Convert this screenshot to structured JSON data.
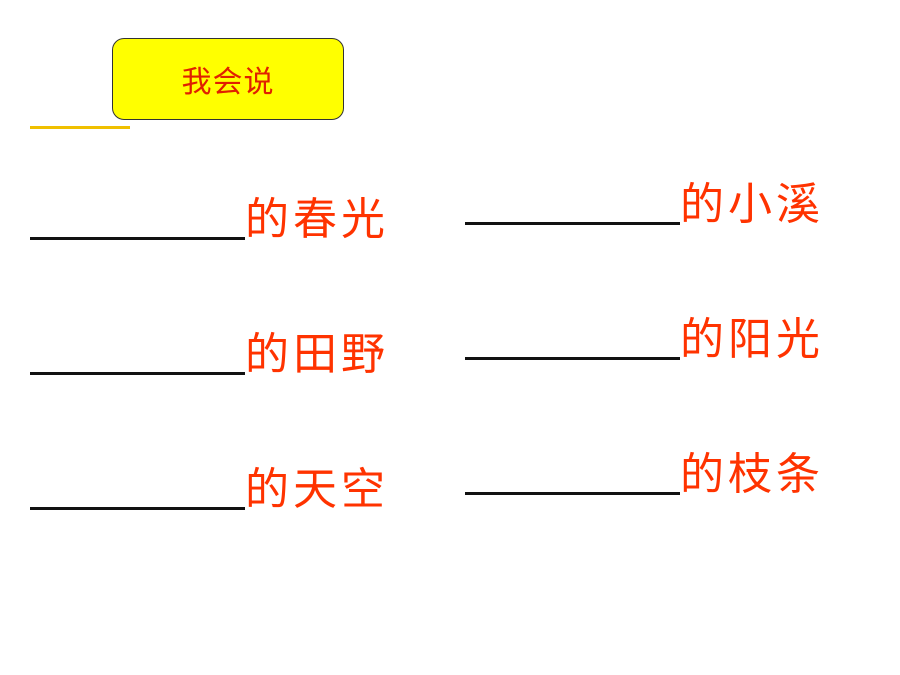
{
  "title": {
    "label": "我会说"
  },
  "colors": {
    "title_background": "#ffff00",
    "title_text": "#e02000",
    "phrase_text": "#ff3300",
    "blank_line": "#111111",
    "accent_line": "#f0c000"
  },
  "exercises": {
    "left": [
      {
        "phrase": "的春光"
      },
      {
        "phrase": "的田野"
      },
      {
        "phrase": "的天空"
      }
    ],
    "right": [
      {
        "phrase": "的小溪"
      },
      {
        "phrase": "的阳光"
      },
      {
        "phrase": "的枝条"
      }
    ]
  }
}
